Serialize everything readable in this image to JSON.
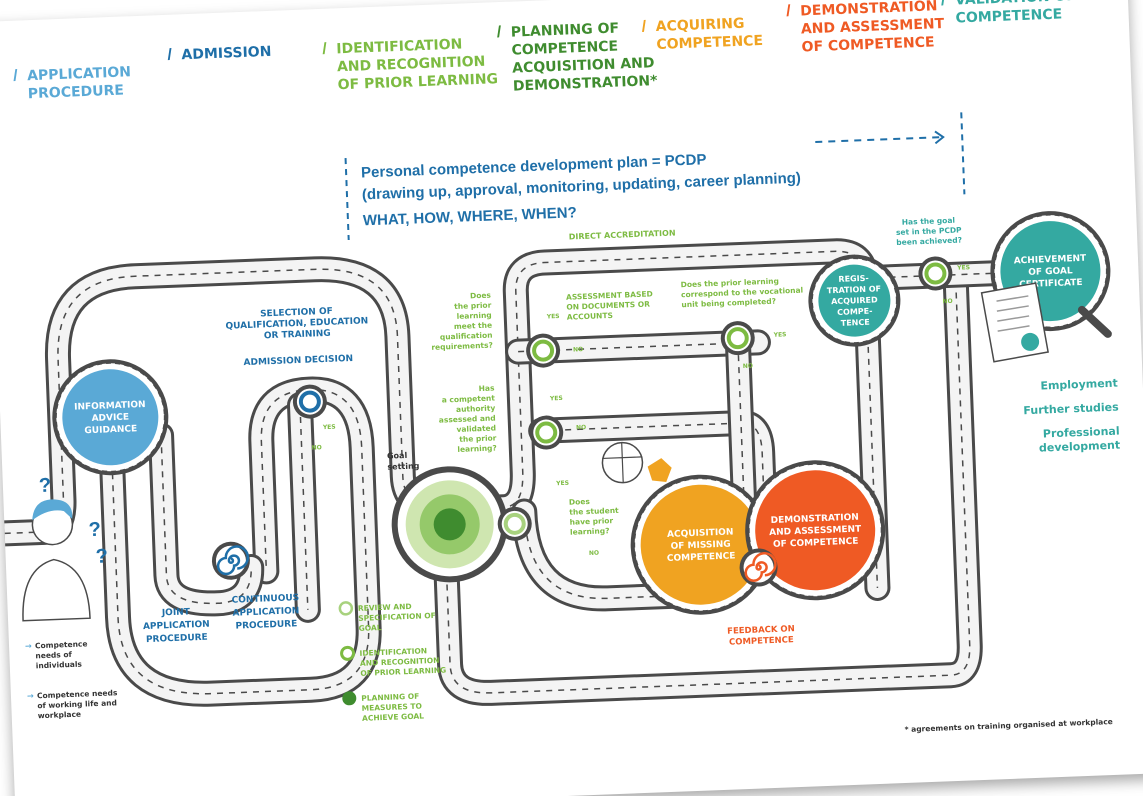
{
  "header": {
    "phases": [
      {
        "lines": [
          "APPLICATION",
          "PROCEDURE"
        ],
        "color": "#5aa9d6"
      },
      {
        "lines": [
          "ADMISSION"
        ],
        "color": "#1f6fa8"
      },
      {
        "lines": [
          "IDENTIFICATION",
          "AND RECOGNITION",
          "OF PRIOR LEARNING"
        ],
        "color": "#7dbb42"
      },
      {
        "lines": [
          "PLANNING OF",
          "COMPETENCE",
          "ACQUISITION AND",
          "DEMONSTRATION*"
        ],
        "color": "#3f8c2f"
      },
      {
        "lines": [
          "ACQUIRING",
          "COMPETENCE"
        ],
        "color": "#f0a321"
      },
      {
        "lines": [
          "DEMONSTRATION",
          "AND ASSESSMENT",
          "OF COMPETENCE"
        ],
        "color": "#ef5a24"
      },
      {
        "lines": [
          "VALIDATION OF",
          "COMPETENCE"
        ],
        "color": "#34a9a1"
      }
    ]
  },
  "pcdp": {
    "title": "Personal competence development plan =  PCDP",
    "subtitle": "(drawing up, approval, monitoring, updating, career planning)",
    "questions": "WHAT, HOW, WHERE, WHEN?"
  },
  "circles": {
    "info": [
      "INFORMATION",
      "ADVICE",
      "GUIDANCE"
    ],
    "acquisition": [
      "ACQUISITION",
      "OF MISSING",
      "COMPETENCE"
    ],
    "demonstration": [
      "DEMONSTRATION",
      "AND ASSESSMENT",
      "OF COMPETENCE"
    ],
    "registration": [
      "REGIS-",
      "TRATION OF",
      "ACQUIRED",
      "COMPE-",
      "TENCE"
    ],
    "achievement": [
      "ACHIEVEMENT",
      "OF GOAL",
      "CERTIFICATE"
    ]
  },
  "labels": {
    "selection": [
      "SELECTION OF",
      "QUALIFICATION, EDUCATION",
      "OR TRAINING"
    ],
    "admission_decision": "ADMISSION DECISION",
    "goal_setting": [
      "Goal",
      "setting"
    ],
    "joint": [
      "JOINT",
      "APPLICATION",
      "PROCEDURE"
    ],
    "continuous": [
      "CONTINUOUS",
      "APPLICATION",
      "PROCEDURE"
    ],
    "direct_accreditation": "DIRECT ACCREDITATION",
    "q_prior_meet": [
      "Does",
      "the prior",
      "learning",
      "meet the",
      "qualification",
      "requirements?"
    ],
    "assessment_docs": [
      "ASSESSMENT BASED",
      "ON DOCUMENTS OR",
      "ACCOUNTS"
    ],
    "q_correspond": [
      "Does the prior learning",
      "correspond to the vocational",
      "unit being completed?"
    ],
    "q_authority": [
      "Has",
      "a competent",
      "authority",
      "assessed and",
      "validated",
      "the prior",
      "learning?"
    ],
    "q_student": [
      "Does",
      "the student",
      "have prior",
      "learning?"
    ],
    "q_goal": [
      "Has the goal",
      "set in the PCDP",
      "been achieved?"
    ],
    "feedback": [
      "FEEDBACK ON",
      "COMPETENCE"
    ],
    "yes": "YES",
    "no": "NO"
  },
  "outcomes": [
    "Employment",
    "Further studies",
    "Professional",
    "development"
  ],
  "needs": [
    [
      "Competence",
      "needs of",
      "individuals"
    ],
    [
      "Competence needs",
      "of working life and",
      "workplace"
    ]
  ],
  "legend": [
    {
      "lines": [
        "REVIEW AND",
        "SPECIFICATION OF",
        "GOAL"
      ],
      "icon": "light-ring"
    },
    {
      "lines": [
        "IDENTIFICATION",
        "AND RECOGNITION",
        "OF PRIOR LEARNING"
      ],
      "icon": "green-ring"
    },
    {
      "lines": [
        "PLANNING OF",
        "MEASURES TO",
        "ACHIEVE GOAL"
      ],
      "icon": "dark-dot"
    }
  ],
  "footnote": "* agreements on training organised at workplace",
  "question_marks": [
    "?",
    "?",
    "?"
  ],
  "colors": {
    "road": "#4a4a4a",
    "road_fill": "#f4f4f4",
    "light_blue": "#5aa9d6",
    "dark_blue": "#1f6fa8",
    "light_green": "#7dbb42",
    "dark_green": "#3f8c2f",
    "orange": "#f0a321",
    "red_orange": "#ef5a24",
    "teal": "#34a9a1"
  }
}
